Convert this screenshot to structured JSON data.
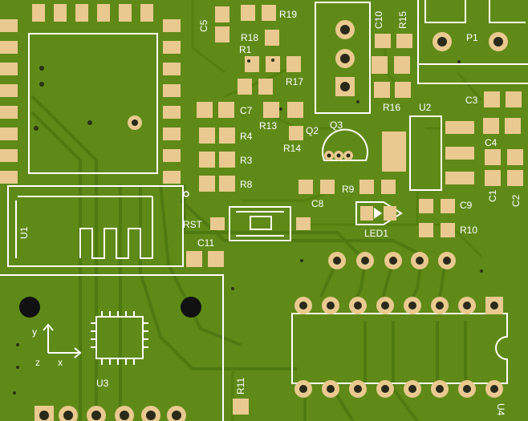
{
  "designators": {
    "u1": "U1",
    "u2": "U2",
    "u3": "U3",
    "u4": "U4",
    "q2": "Q2",
    "q3": "Q3",
    "p1": "P1",
    "led1": "LED1",
    "rst": "RST",
    "c1": "C1",
    "c2": "C2",
    "c3": "C3",
    "c4": "C4",
    "c5": "C5",
    "c7": "C7",
    "c8": "C8",
    "c9": "C9",
    "c10": "C10",
    "c11": "C11",
    "r1": "R1",
    "r3": "R3",
    "r4": "R4",
    "r8": "R8",
    "r9": "R9",
    "r10": "R10",
    "r11": "R11",
    "r13": "R13",
    "r14": "R14",
    "r15": "R15",
    "r16": "R16",
    "r17": "R17",
    "r18": "R18",
    "r19": "R19"
  },
  "axis_markers": {
    "x": "x",
    "y": "y",
    "z": "z"
  },
  "colors": {
    "board": "#5f8a17",
    "pad": "#e9c98f",
    "silkscreen": "#ffffff",
    "trace": "#4f7a10"
  }
}
